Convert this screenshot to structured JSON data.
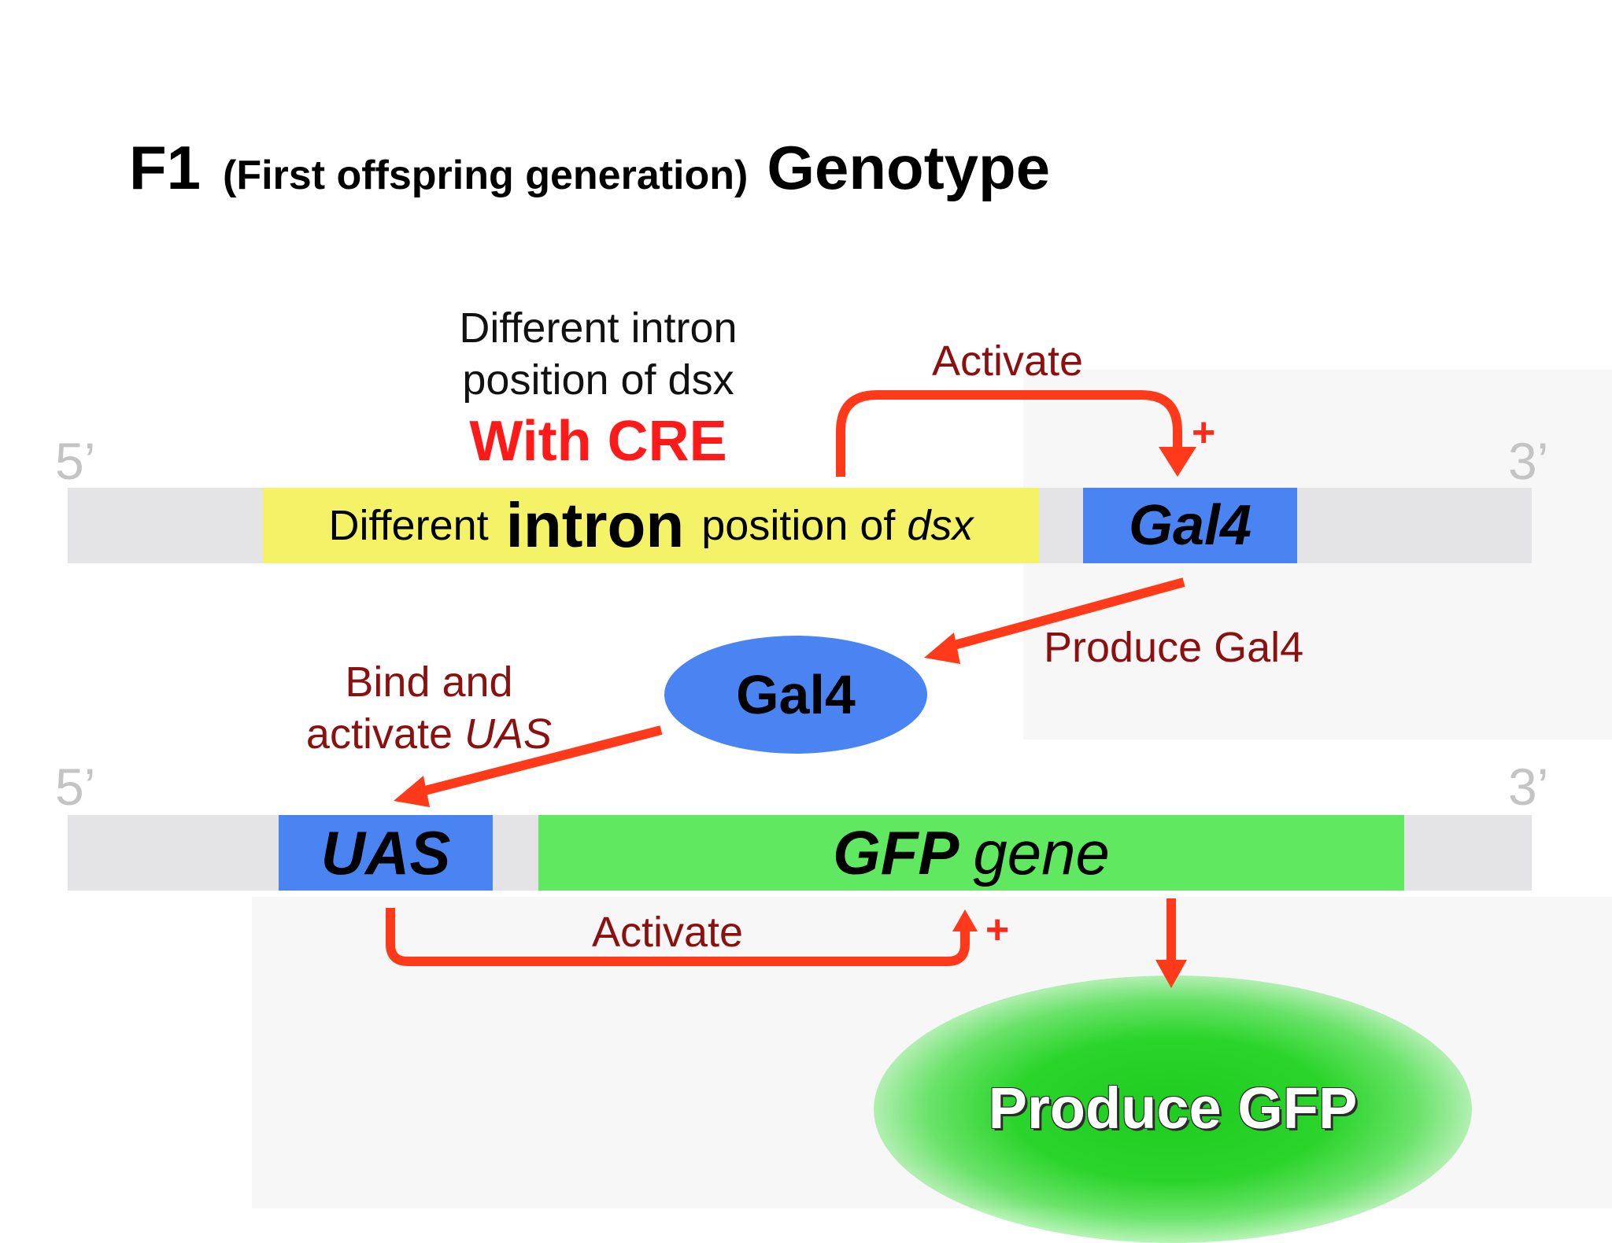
{
  "title": {
    "main": "F1",
    "subtitle": "(First offspring generation)",
    "suffix": "Genotype"
  },
  "note": {
    "line1": "Different intron",
    "line2": "position of dsx",
    "cre": "With CRE"
  },
  "labels": {
    "activate_top": "Activate",
    "produce_gal4": "Produce Gal4",
    "bind_line1": "Bind and",
    "bind_line2_prefix": "activate ",
    "bind_line2_italic": "UAS",
    "activate_bottom": "Activate",
    "plus": "+"
  },
  "strand1": {
    "five_prime": "5’",
    "three_prime": "3’",
    "intron_prefix": "Different",
    "intron_bold": "intron",
    "intron_suffix_a": "position of ",
    "intron_suffix_italic": "dsx",
    "gal4": "Gal4"
  },
  "protein": {
    "label": "Gal4"
  },
  "strand2": {
    "five_prime": "5’",
    "three_prime": "3’",
    "uas": "UAS",
    "gfp_bold": "GFP",
    "gfp_rest": "gene"
  },
  "output": {
    "label": "Produce GFP"
  },
  "colors": {
    "arrow": "#ff3a1a",
    "dark_red_label": "#8b1010",
    "cre_red": "#ff1a1a",
    "yellow_segment": "#f4f266",
    "blue_segment": "#4a84f2",
    "green_segment": "#5fe860",
    "strand_gray": "#e4e4e6"
  }
}
